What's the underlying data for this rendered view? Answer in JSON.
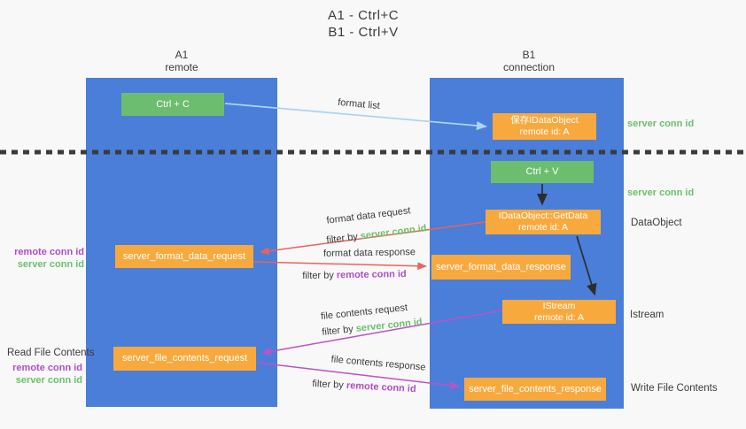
{
  "colors": {
    "background": "#f8f8f8",
    "lane_blue": "#4a7ed8",
    "node_green": "#6cbe6e",
    "node_orange": "#f8a93e",
    "label_green": "#6cbf6c",
    "label_purple": "#b14ec6",
    "arrow_blue": "#a9d3f1",
    "arrow_red": "#e96358",
    "arrow_magenta": "#bd52c5",
    "arrow_black": "#2d2d2d",
    "divider": "#3b3b3b",
    "text_dark": "#3b3b3b"
  },
  "title": {
    "line1": "A1 - Ctrl+C",
    "line2": "B1 - Ctrl+V"
  },
  "lanes": {
    "left": {
      "title": "A1",
      "subtitle": "remote"
    },
    "right": {
      "title": "B1",
      "subtitle": "connection"
    }
  },
  "nodes": {
    "ctrl_c": {
      "label": "Ctrl + C"
    },
    "save_dataobject": {
      "line1": "保存IDataObject",
      "line2": "remote id: A"
    },
    "ctrl_v": {
      "label": "Ctrl + V"
    },
    "getdata": {
      "line1": "IDataObject::GetData",
      "line2": "remote id: A"
    },
    "format_request": {
      "label": "server_format_data_request"
    },
    "format_response": {
      "label": "server_format_data_response"
    },
    "istream": {
      "line1": "IStream",
      "line2": "remote id: A"
    },
    "file_request": {
      "label": "server_file_contents_request"
    },
    "file_response": {
      "label": "server_file_contents_response"
    }
  },
  "annotations": {
    "server_conn_top": "server conn id",
    "server_conn_mid": "server conn id",
    "dataobject": "DataObject",
    "istream": "Istream",
    "write_file_contents": "Write File Contents",
    "read_file_contents": "Read File Contents",
    "left_group1": {
      "remote": "remote conn id",
      "server": "server conn id"
    },
    "left_group2": {
      "remote": "remote conn id",
      "server": "server conn id"
    }
  },
  "flow_labels": {
    "format_list": "format list",
    "format_data_request": "format data request",
    "format_data_response": "format data response",
    "file_contents_request": "file contents request",
    "file_contents_response": "file contents response",
    "filter_by": "filter by",
    "server_conn_id": "server conn id",
    "remote_conn_id": "remote conn id"
  }
}
